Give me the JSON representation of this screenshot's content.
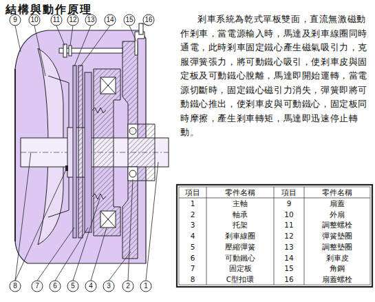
{
  "diagram": {
    "title": "結構與動作原理",
    "labels": [
      "9",
      "10",
      "11",
      "12",
      "13",
      "14",
      "15",
      "16",
      "8",
      "7",
      "6",
      "5",
      "4",
      "3",
      "2",
      "1",
      "剎車系統為乾式單板雙面，直流無激磁動作剎車，當電源輸入時，馬達及剎車線圈同時通電，此時剎車固定鐵心產生磁氣吸引力，克服彈簧張力，將可動鐵心吸引，使剎車皮與固定板及可動鐵心脫離，馬達即開始運轉，當電源切斷時，固定鐵心磁引力消失，彈簧即將可動鐵心推出，使剎車皮與可動鐵心，固定板同時摩擦，產生剎車轉矩，馬達即迅速停止轉動。",
      "項目",
      "零件名稱",
      "項目",
      "零件名稱",
      "1",
      "主軸",
      "9",
      "扇蓋",
      "2",
      "軸承",
      "10",
      "外扇",
      "3",
      "托架",
      "11",
      "調整螺栓",
      "4",
      "剎車線圈",
      "12",
      "彈簧墊圈",
      "5",
      "壓縮彈簧",
      "13",
      "調整墊圈",
      "6",
      "可動鐵心",
      "14",
      "剎車皮",
      "7",
      "固定板",
      "15",
      "角鋼",
      "8",
      "C型扣環",
      "16",
      "扇蓋螺栓"
    ]
  }
}
